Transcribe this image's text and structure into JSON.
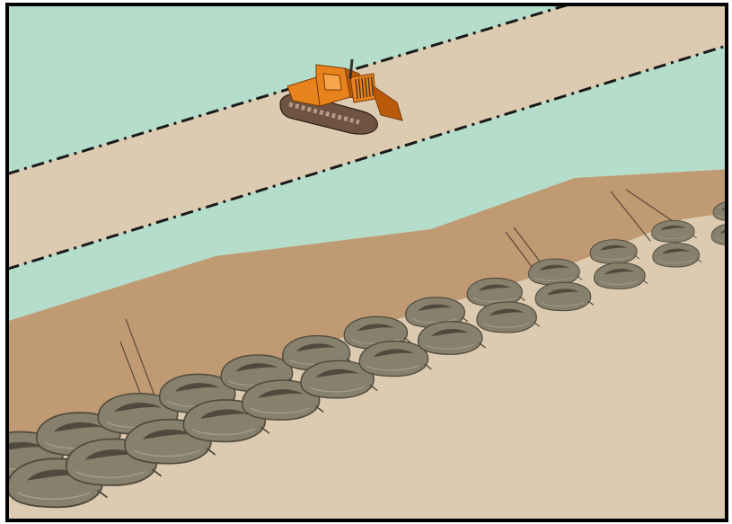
{
  "scene": {
    "colors": {
      "frame": "#000000",
      "water": "#b5ddcb",
      "embankment_top": "#dccbb0",
      "sand_foreground": "#dccbb0",
      "sloped_soil": "#c09a72",
      "bag": "#87806d",
      "bag_highlight": "#a39c88",
      "bag_shadow": "#4f4a3d",
      "bulldozer_body": "#e8821c",
      "bulldozer_shade": "#b85a0a",
      "track": "#6e5242",
      "boundary_line": "#1a1a1a"
    },
    "elements": [
      {
        "name": "water",
        "label": ""
      },
      {
        "name": "embankment-road",
        "label": ""
      },
      {
        "name": "sandbag-dike",
        "label": ""
      },
      {
        "name": "bulldozer",
        "label": ""
      }
    ],
    "icons": [
      "bulldozer-icon",
      "sandbag-icon"
    ],
    "bag_rows": 2,
    "bags_per_row": 13
  }
}
